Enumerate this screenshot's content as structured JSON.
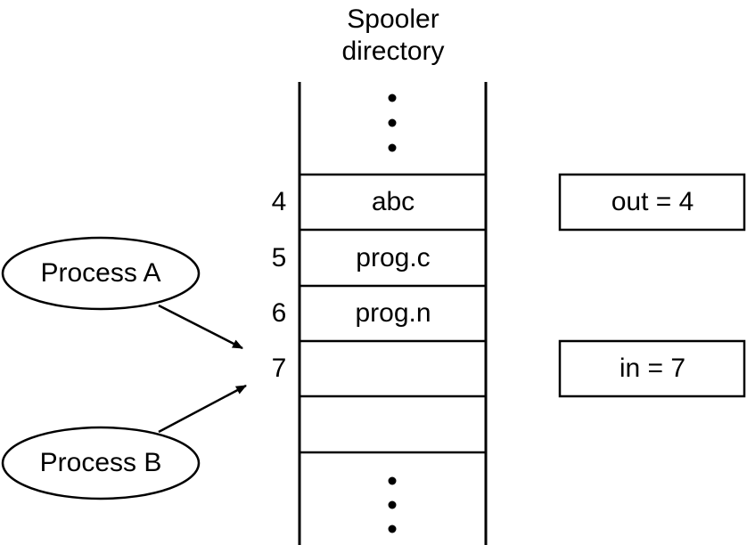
{
  "directory": {
    "title_line1": "Spooler",
    "title_line2": "directory",
    "slots": [
      {
        "index": "4",
        "content": "abc"
      },
      {
        "index": "5",
        "content": "prog.c"
      },
      {
        "index": "6",
        "content": "prog.n"
      },
      {
        "index": "7",
        "content": ""
      },
      {
        "index": "",
        "content": ""
      }
    ]
  },
  "processes": [
    {
      "label": "Process A"
    },
    {
      "label": "Process B"
    }
  ],
  "variables": {
    "out": "out = 4",
    "in": "in = 7"
  }
}
